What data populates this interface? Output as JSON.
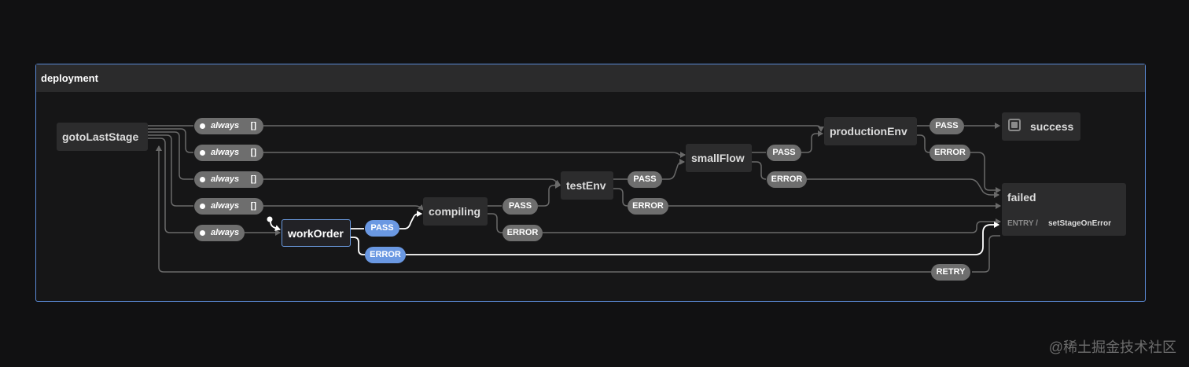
{
  "machine": {
    "title": "deployment",
    "accent": "#5b8ad6"
  },
  "states": {
    "gotoLastStage": "gotoLastStage",
    "workOrder": "workOrder",
    "compiling": "compiling",
    "testEnv": "testEnv",
    "smallFlow": "smallFlow",
    "productionEnv": "productionEnv",
    "success": "success",
    "failed": "failed"
  },
  "failed_entry": {
    "label": "ENTRY /",
    "action": "setStageOnError"
  },
  "always_transitions": [
    {
      "event": "always",
      "guard": "[]",
      "target": "productionEnv"
    },
    {
      "event": "always",
      "guard": "[]",
      "target": "smallFlow"
    },
    {
      "event": "always",
      "guard": "[]",
      "target": "testEnv"
    },
    {
      "event": "always",
      "guard": "[]",
      "target": "compiling"
    },
    {
      "event": "always",
      "guard": "",
      "target": "workOrder"
    }
  ],
  "events": {
    "pass": "PASS",
    "error": "ERROR",
    "retry": "RETRY"
  },
  "active_state": "workOrder",
  "watermark": "@稀土掘金技术社区",
  "colors": {
    "edge": "#6a6a6a",
    "active_edge": "#ffffff",
    "active_pill": "#6a98e2",
    "pill": "#6e6e6e"
  }
}
